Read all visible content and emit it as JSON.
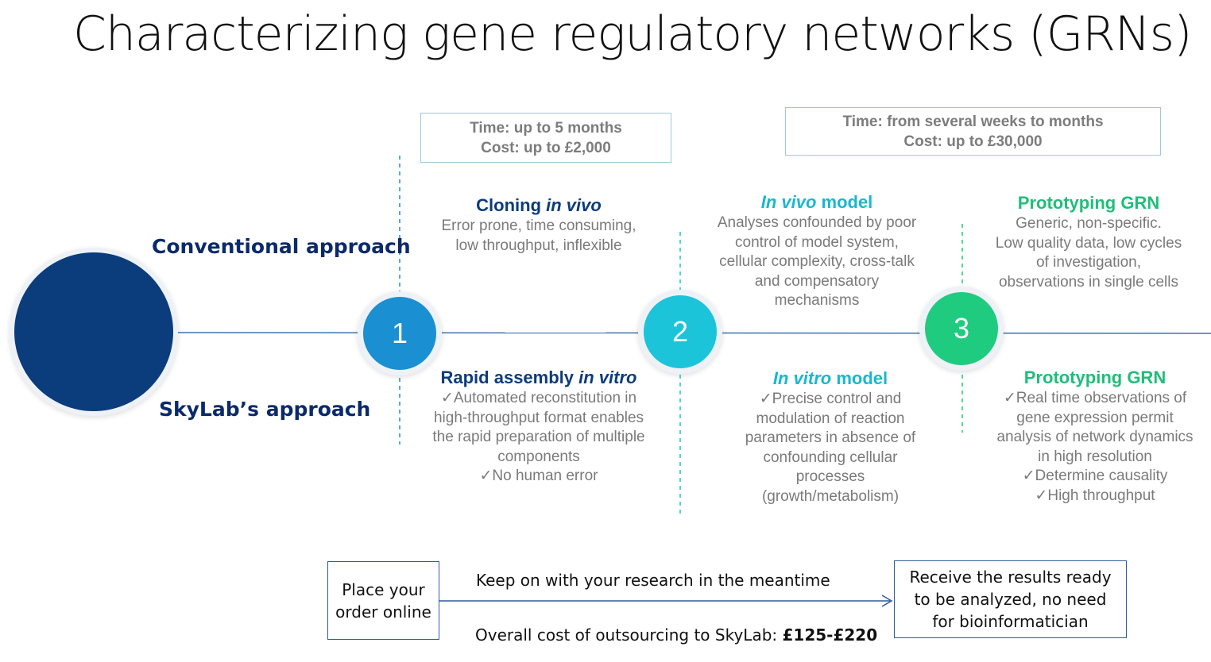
{
  "title": "Characterizing gene regulatory networks (GRNs)",
  "approaches": {
    "conventional": "Conventional approach",
    "skylab": "SkyLab’s approach"
  },
  "boxes": {
    "left": {
      "time": "Time: up to 5 months",
      "cost": "Cost: up to £2,000"
    },
    "right": {
      "time": "Time: from several weeks to months",
      "cost": "Cost: up to £30,000"
    }
  },
  "nodes": [
    "1",
    "2",
    "3"
  ],
  "steps": [
    {
      "top_heading": [
        "Cloning ",
        "in vivo"
      ],
      "top_lines": [
        "Error prone, time consuming,",
        "low throughput, inflexible"
      ],
      "bottom_heading": [
        "Rapid assembly ",
        "in vitro"
      ],
      "bottom_lines": [
        "✓Automated reconstitution in",
        "high-throughput format enables",
        "the rapid preparation of multiple",
        "components",
        "✓No human error"
      ]
    },
    {
      "top_heading": [
        "In vivo",
        " model"
      ],
      "top_lines": [
        "Analyses confounded by poor",
        "control of model system,",
        "cellular complexity, cross-talk",
        "and compensatory",
        "mechanisms"
      ],
      "bottom_heading": [
        "In vitro",
        " model"
      ],
      "bottom_lines": [
        "✓Precise control and",
        "modulation of reaction",
        "parameters in absence of",
        "confounding cellular",
        "processes",
        "(growth/metabolism)"
      ]
    },
    {
      "top_heading": [
        "Prototyping GRN"
      ],
      "top_lines": [
        "Generic, non-specific.",
        "Low quality data, low cycles",
        "of investigation,",
        "observations in single cells"
      ],
      "bottom_heading": [
        "Prototyping GRN"
      ],
      "bottom_lines": [
        "✓Real time observations of",
        "gene expression permit",
        "analysis of network dynamics",
        "in high resolution",
        "✓Determine causality",
        "✓High throughput"
      ]
    }
  ],
  "bottom": {
    "order_box": "Place your order online",
    "meantime": "Keep on with your research in the meantime",
    "cost_prefix": "Overall cost of outsourcing to SkyLab: ",
    "cost_value": "£125-£220",
    "results_box": "Receive the results ready to be analyzed, no need for bioinformatician"
  },
  "colors": {
    "navy": "#0b3c7c",
    "node1": "#1a8fd1",
    "node2": "#1cc4d9",
    "node3": "#1fcc7f",
    "teal_text": "#18b8cf",
    "green_text": "#1fbe7a"
  }
}
